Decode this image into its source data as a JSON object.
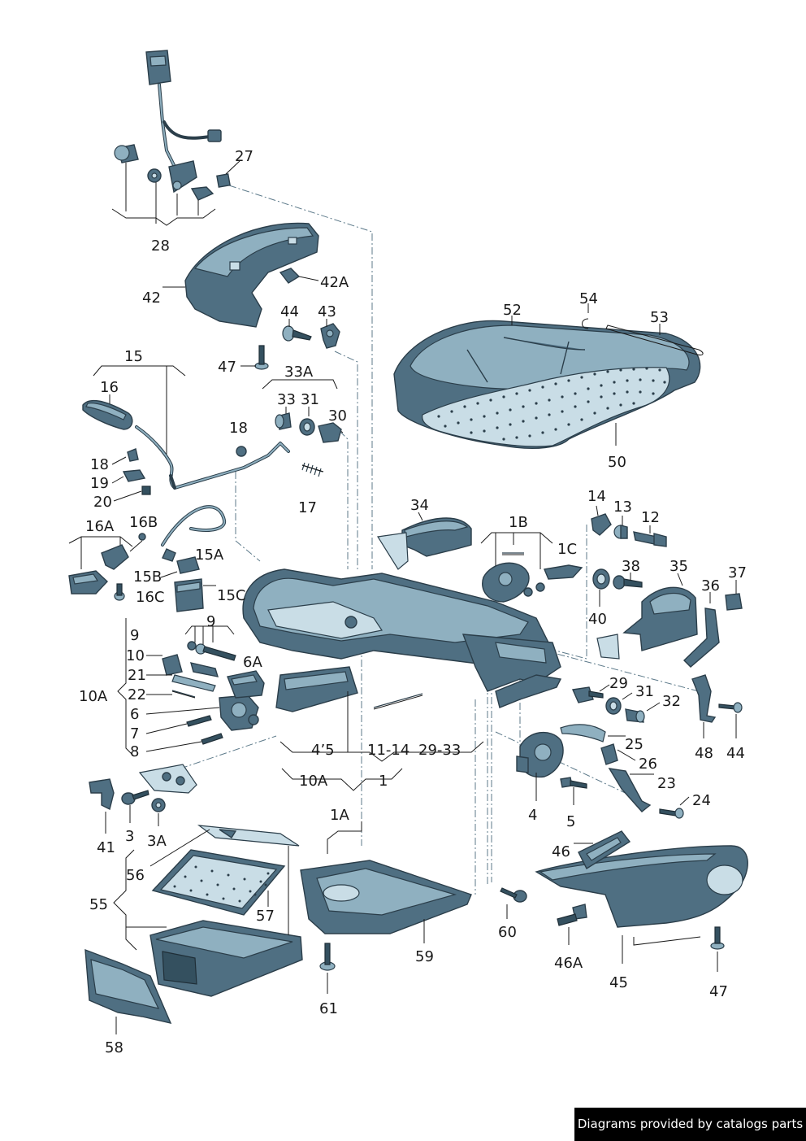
{
  "footer": {
    "credit": "Diagrams provided by catalogs parts"
  },
  "labels": {
    "l28": "28",
    "l27": "27",
    "l42": "42",
    "l42A": "42A",
    "l47a": "47",
    "l44a": "44",
    "l43": "43",
    "l33A": "33A",
    "l33": "33",
    "l31a": "31",
    "l30": "30",
    "l15": "15",
    "l16": "16",
    "l18a": "18",
    "l18b": "18",
    "l19": "19",
    "l20": "20",
    "l17": "17",
    "l16A": "16A",
    "l16B": "16B",
    "l15A": "15A",
    "l15B": "15B",
    "l16C": "16C",
    "l15C": "15C",
    "l34": "34",
    "l1B": "1B",
    "l1C": "1C",
    "l52": "52",
    "l54": "54",
    "l53": "53",
    "l50": "50",
    "l14": "14",
    "l13": "13",
    "l12": "12",
    "l38": "38",
    "l35": "35",
    "l36": "36",
    "l37": "37",
    "l40": "40",
    "l9a": "9",
    "l9b": "9",
    "l10": "10",
    "l21": "21",
    "l22": "22",
    "l6": "6",
    "l7": "7",
    "l8": "8",
    "l10A": "10A",
    "l6A": "6A",
    "l29": "29",
    "l31b": "31",
    "l32": "32",
    "l48": "48",
    "l44b": "44",
    "l25": "25",
    "l26": "26",
    "l23": "23",
    "l24": "24",
    "l4": "4",
    "l5": "5",
    "range1": "4’5",
    "range2": "11-14",
    "range3": "29-33",
    "l10Ab": "10A",
    "l1": "1",
    "l1A": "1A",
    "l41": "41",
    "l3": "3",
    "l3A": "3A",
    "l56": "56",
    "l55": "55",
    "l57": "57",
    "l58": "58",
    "l61": "61",
    "l59": "59",
    "l60": "60",
    "l46": "46",
    "l46A": "46A",
    "l45": "45",
    "l47b": "47"
  },
  "colors": {
    "part": "#4f6f82",
    "part_light": "#8fb0c0",
    "outline": "#2b3e4a",
    "background": "#ffffff"
  }
}
